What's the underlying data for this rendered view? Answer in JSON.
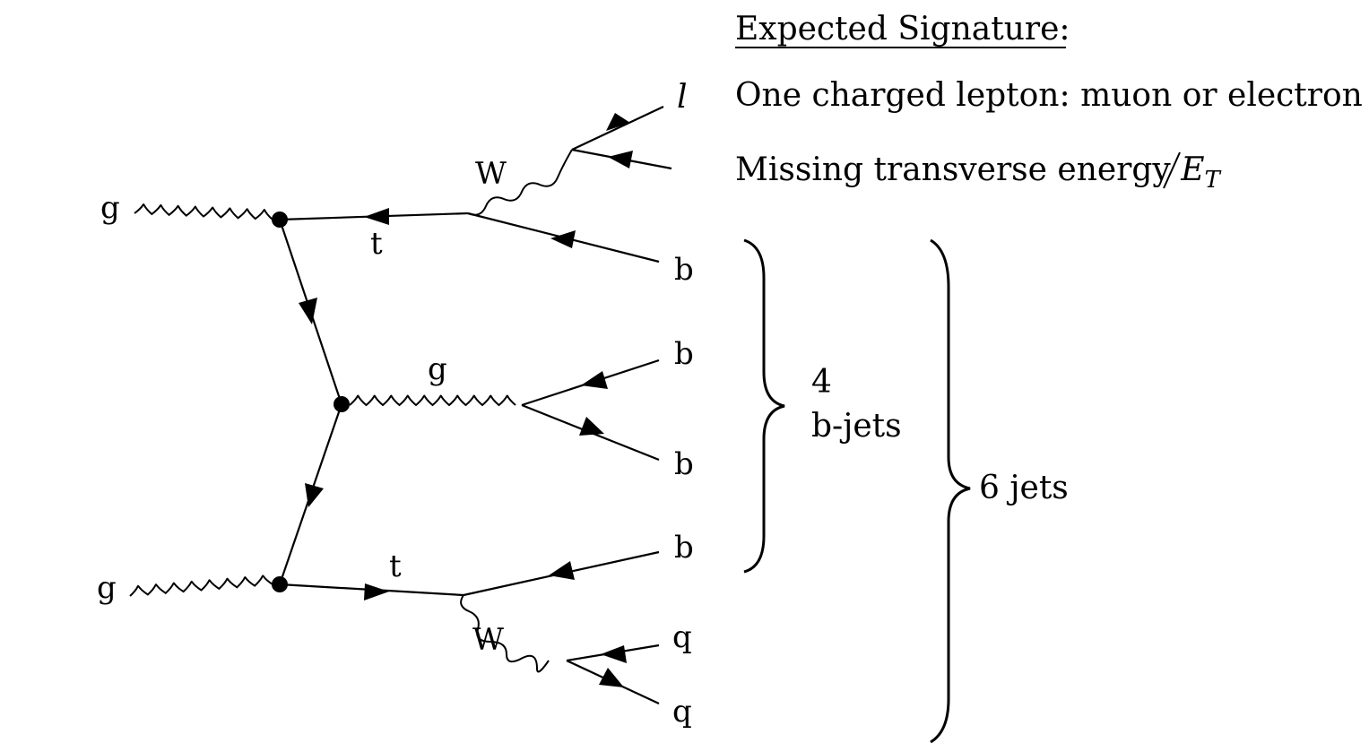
{
  "signature": {
    "title": "Expected Signature:",
    "lepton": "One charged lepton: muon or electron",
    "met_text": "Missing transverse energy",
    "met_symbol": "E",
    "met_sub": "T"
  },
  "particles": {
    "gluon_top": "g",
    "gluon_bottom": "g",
    "gluon_middle": "g",
    "top_upper": "t",
    "top_lower": "t",
    "w_upper": "W",
    "w_lower": "W",
    "lepton": "l",
    "b1": "b",
    "b2": "b",
    "b3": "b",
    "b4": "b",
    "q1": "q",
    "q2": "q"
  },
  "groups": {
    "bjets_count": "4",
    "bjets_label": "b-jets",
    "jets_label": "6 jets"
  }
}
